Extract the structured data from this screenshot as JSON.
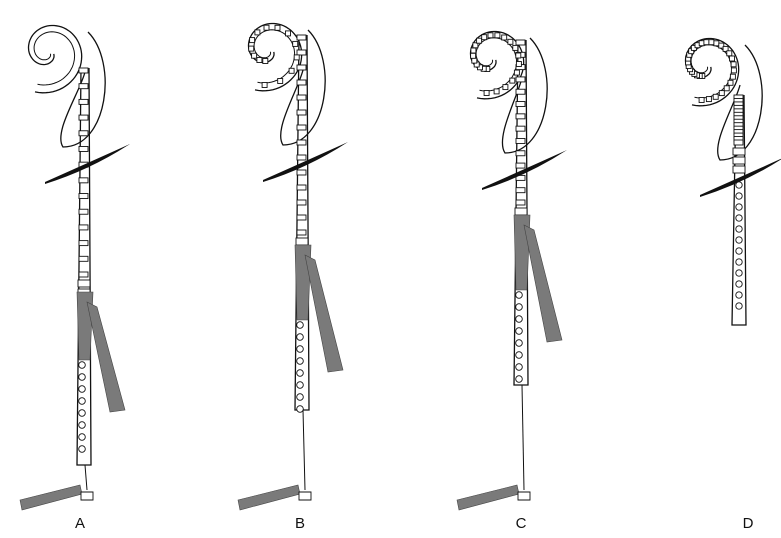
{
  "panels": [
    {
      "id": "A",
      "label": "A"
    },
    {
      "id": "B",
      "label": "B"
    },
    {
      "id": "C",
      "label": "C"
    },
    {
      "id": "D",
      "label": "D"
    }
  ],
  "colors": {
    "line": "#111111",
    "shading": "#7a7a7a",
    "background": "#ffffff"
  }
}
